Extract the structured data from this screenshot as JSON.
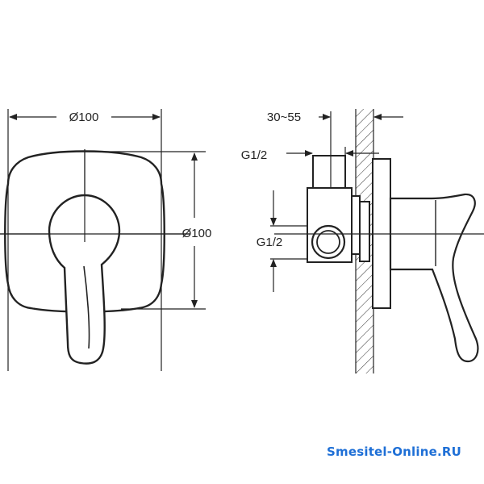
{
  "front_view": {
    "width_dimension": "Ø100",
    "height_dimension": "Ø100"
  },
  "side_view": {
    "depth_dimension": "30~55",
    "top_thread": "G1/2",
    "bottom_thread": "G1/2"
  },
  "watermark": {
    "text": "Smesitel-Online.RU",
    "color": "#1e6fd6"
  }
}
